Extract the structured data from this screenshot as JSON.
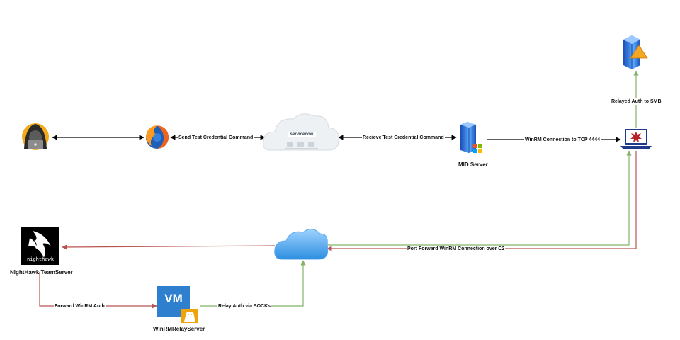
{
  "nodes": {
    "attacker": "",
    "browser": "",
    "servicenow": {
      "logo": "servicenow",
      "small_labels": [
        "",
        "",
        ""
      ]
    },
    "mid_server": "MID Server",
    "compromised_host": "",
    "smb_server": "",
    "c2_cloud": "",
    "nighthawk": {
      "logo_text": "nighthawk",
      "label": "NIghtHawk TeamServer"
    },
    "relay_server": {
      "vm_text": "VM",
      "label": "WinRMRelayServer"
    }
  },
  "edges": {
    "send_test": "Send Test Credential Command",
    "receive_test": "Recieve Test Credential Command",
    "winrm_conn": "WinRM Connection to TCP 4444",
    "relayed_smb": "Relayed Auth to SMB",
    "port_forward": "Port Forward WinRM Connection over C2",
    "forward_winrm": "Forward WinRM Auth",
    "relay_socks": "Relay Auth via SOCKs"
  },
  "colors": {
    "black": "#000000",
    "red": "#b85450",
    "green": "#82b366",
    "cloud_blue": "#3d9be9",
    "vm_blue": "#2f7fcf",
    "linux_orange": "#f0a30a"
  }
}
